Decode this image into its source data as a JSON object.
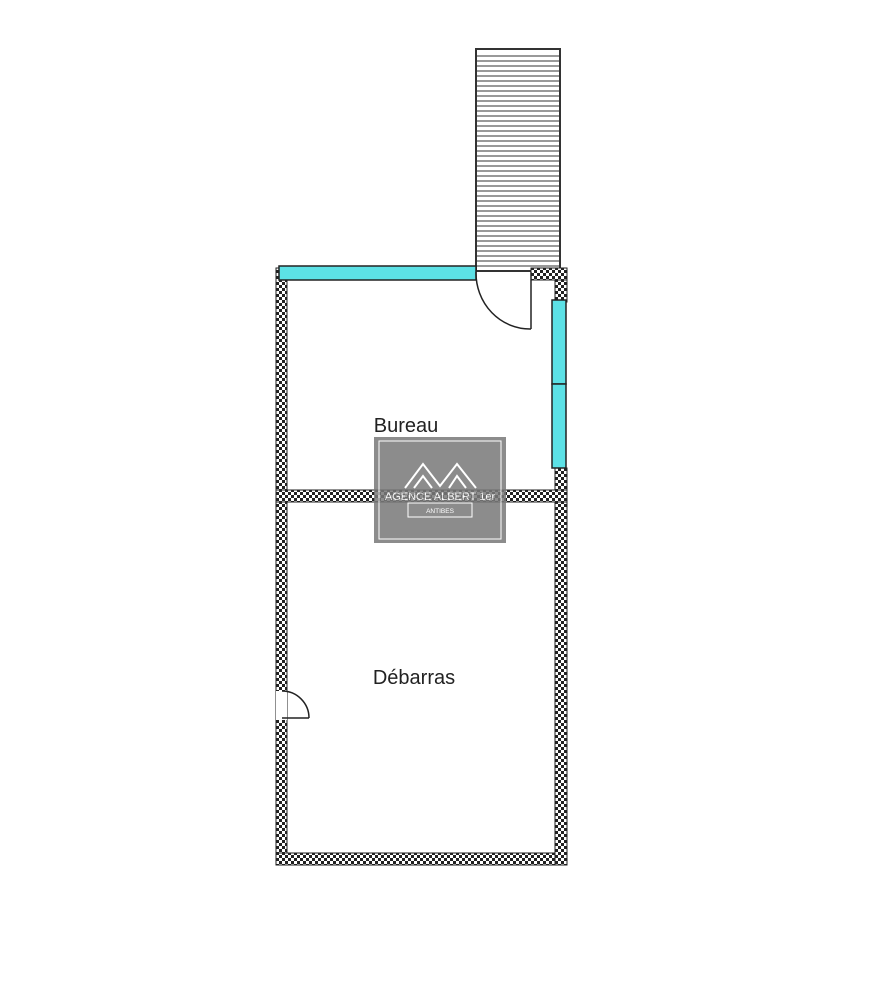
{
  "rooms": [
    {
      "name": "Bureau"
    },
    {
      "name": "Débarras"
    }
  ],
  "watermark": {
    "brand": "AGENCE ALBERT 1er",
    "city": "ANTIBES"
  },
  "colors": {
    "glazing": "#5ce1e6",
    "wall_pattern": "#222222",
    "stairs": "#333333",
    "watermark_bg": "#7a7a7a"
  },
  "icons": [
    "stairs-icon",
    "door-swing-icon",
    "house-roof-logo-icon"
  ]
}
